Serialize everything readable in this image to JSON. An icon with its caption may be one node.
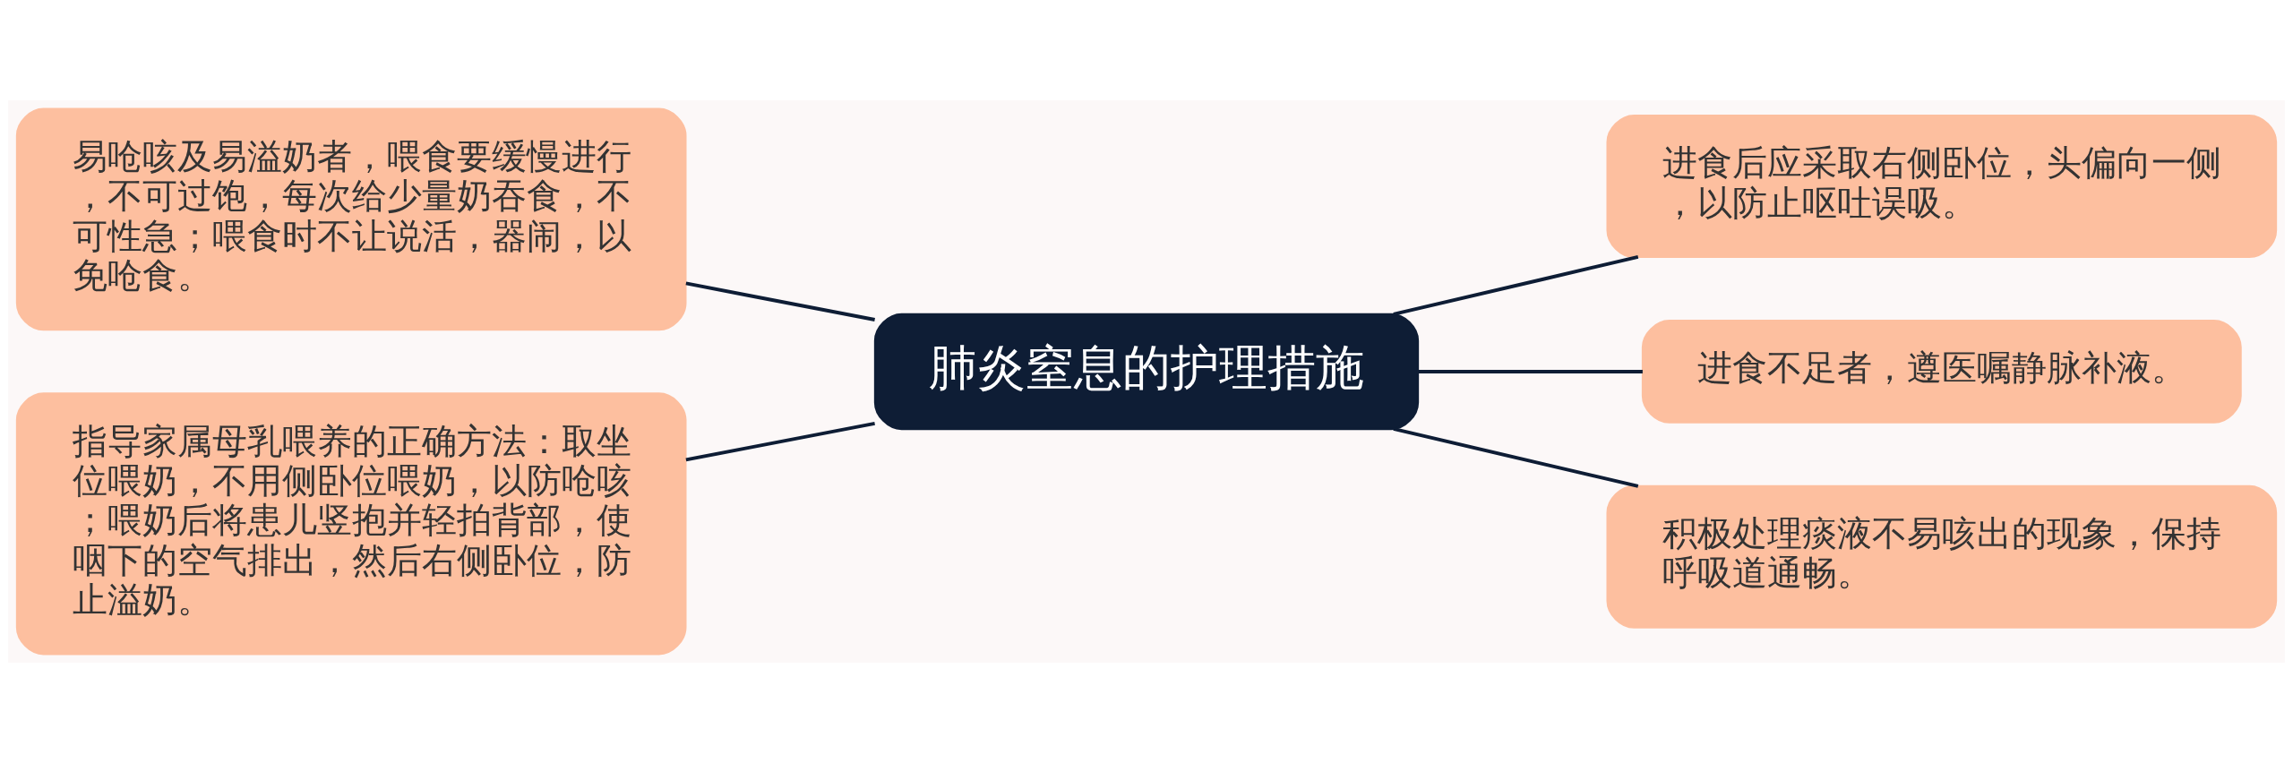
{
  "diagram": {
    "nodes": [
      {
        "text": [
          "肺炎窒息的护理措施"
        ]
      },
      {
        "text": [
          "易呛咳及易溢奶者，喂食要缓慢进行，不可过饱，每次给少量奶吞食，不可性急；喂食时不让说活，器闹，以免呛食。"
        ]
      },
      {
        "text": [
          "指导家属母乳喂养的正确方法：取坐位喂奶，不用侧卧位喂奶，以防呛咳；喂奶后将患儿竖抱并轻拍背部，使咽下的空气排出，然后右侧卧位，防止溢奶。"
        ]
      },
      {
        "text": [
          "进食后应采取右侧卧位，头偏向一侧，以防止呕吐误吸。"
        ]
      },
      {
        "text": [
          "进食不足者，遵医嘱静脉补液。"
        ]
      },
      {
        "text": [
          "积极处理痰液不易咳出的现象，保持呼吸道通畅。"
        ]
      }
    ],
    "edges": [
      {
        "from": 0,
        "to": 1,
        "arrow": "none"
      },
      {
        "from": 0,
        "to": 2,
        "arrow": "none"
      },
      {
        "from": 0,
        "to": 3,
        "arrow": "none"
      },
      {
        "from": 0,
        "to": 4,
        "arrow": "none"
      },
      {
        "from": 0,
        "to": 5,
        "arrow": "none"
      }
    ]
  }
}
